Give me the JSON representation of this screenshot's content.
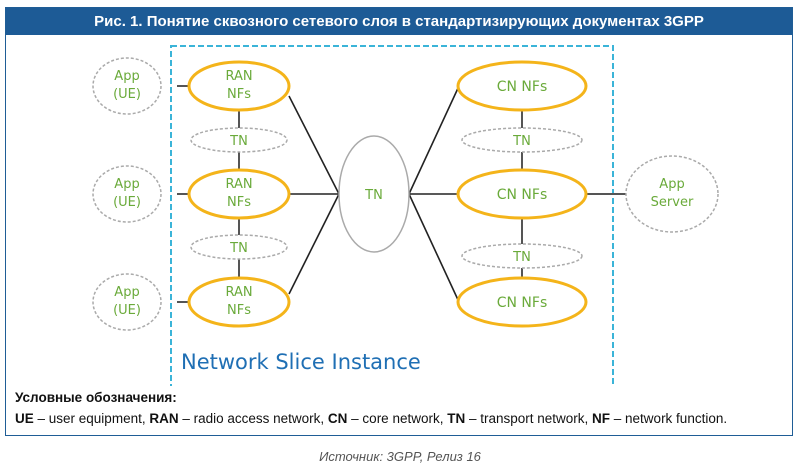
{
  "header": {
    "title": "Рис. 1. Понятие сквозного сетевого слоя в стандартизирующих документах 3GPP"
  },
  "diagram": {
    "slice_label": "Network Slice Instance",
    "apps_ue": [
      {
        "line1": "App",
        "line2": "(UE)"
      },
      {
        "line1": "App",
        "line2": "(UE)"
      },
      {
        "line1": "App",
        "line2": "(UE)"
      }
    ],
    "ran_nfs": [
      {
        "line1": "RAN",
        "line2": "NFs"
      },
      {
        "line1": "RAN",
        "line2": "NFs"
      },
      {
        "line1": "RAN",
        "line2": "NFs"
      }
    ],
    "tn_small_left": [
      "TN",
      "TN"
    ],
    "tn_central": "TN",
    "cn_nfs": [
      "CN NFs",
      "CN NFs",
      "CN NFs"
    ],
    "tn_small_right": [
      "TN",
      "TN"
    ],
    "app_server": {
      "line1": "App",
      "line2": "Server"
    },
    "colors": {
      "nf_border": "#f4b41a",
      "label_green": "#6aaa3a",
      "slice_border": "#3bb4d8",
      "slice_label": "#1f6fb4",
      "header_bg": "#1d5b96"
    }
  },
  "legend": {
    "title": "Условные обозначения:",
    "items": [
      {
        "abbr": "UE",
        "desc": " – user equipment, "
      },
      {
        "abbr": "RAN",
        "desc": " – radio access network, "
      },
      {
        "abbr": "CN",
        "desc": " – core network, "
      },
      {
        "abbr": "TN",
        "desc": " – transport network, "
      },
      {
        "abbr": "NF",
        "desc": " – network function."
      }
    ]
  },
  "source": "Источник: 3GPP, Релиз 16"
}
